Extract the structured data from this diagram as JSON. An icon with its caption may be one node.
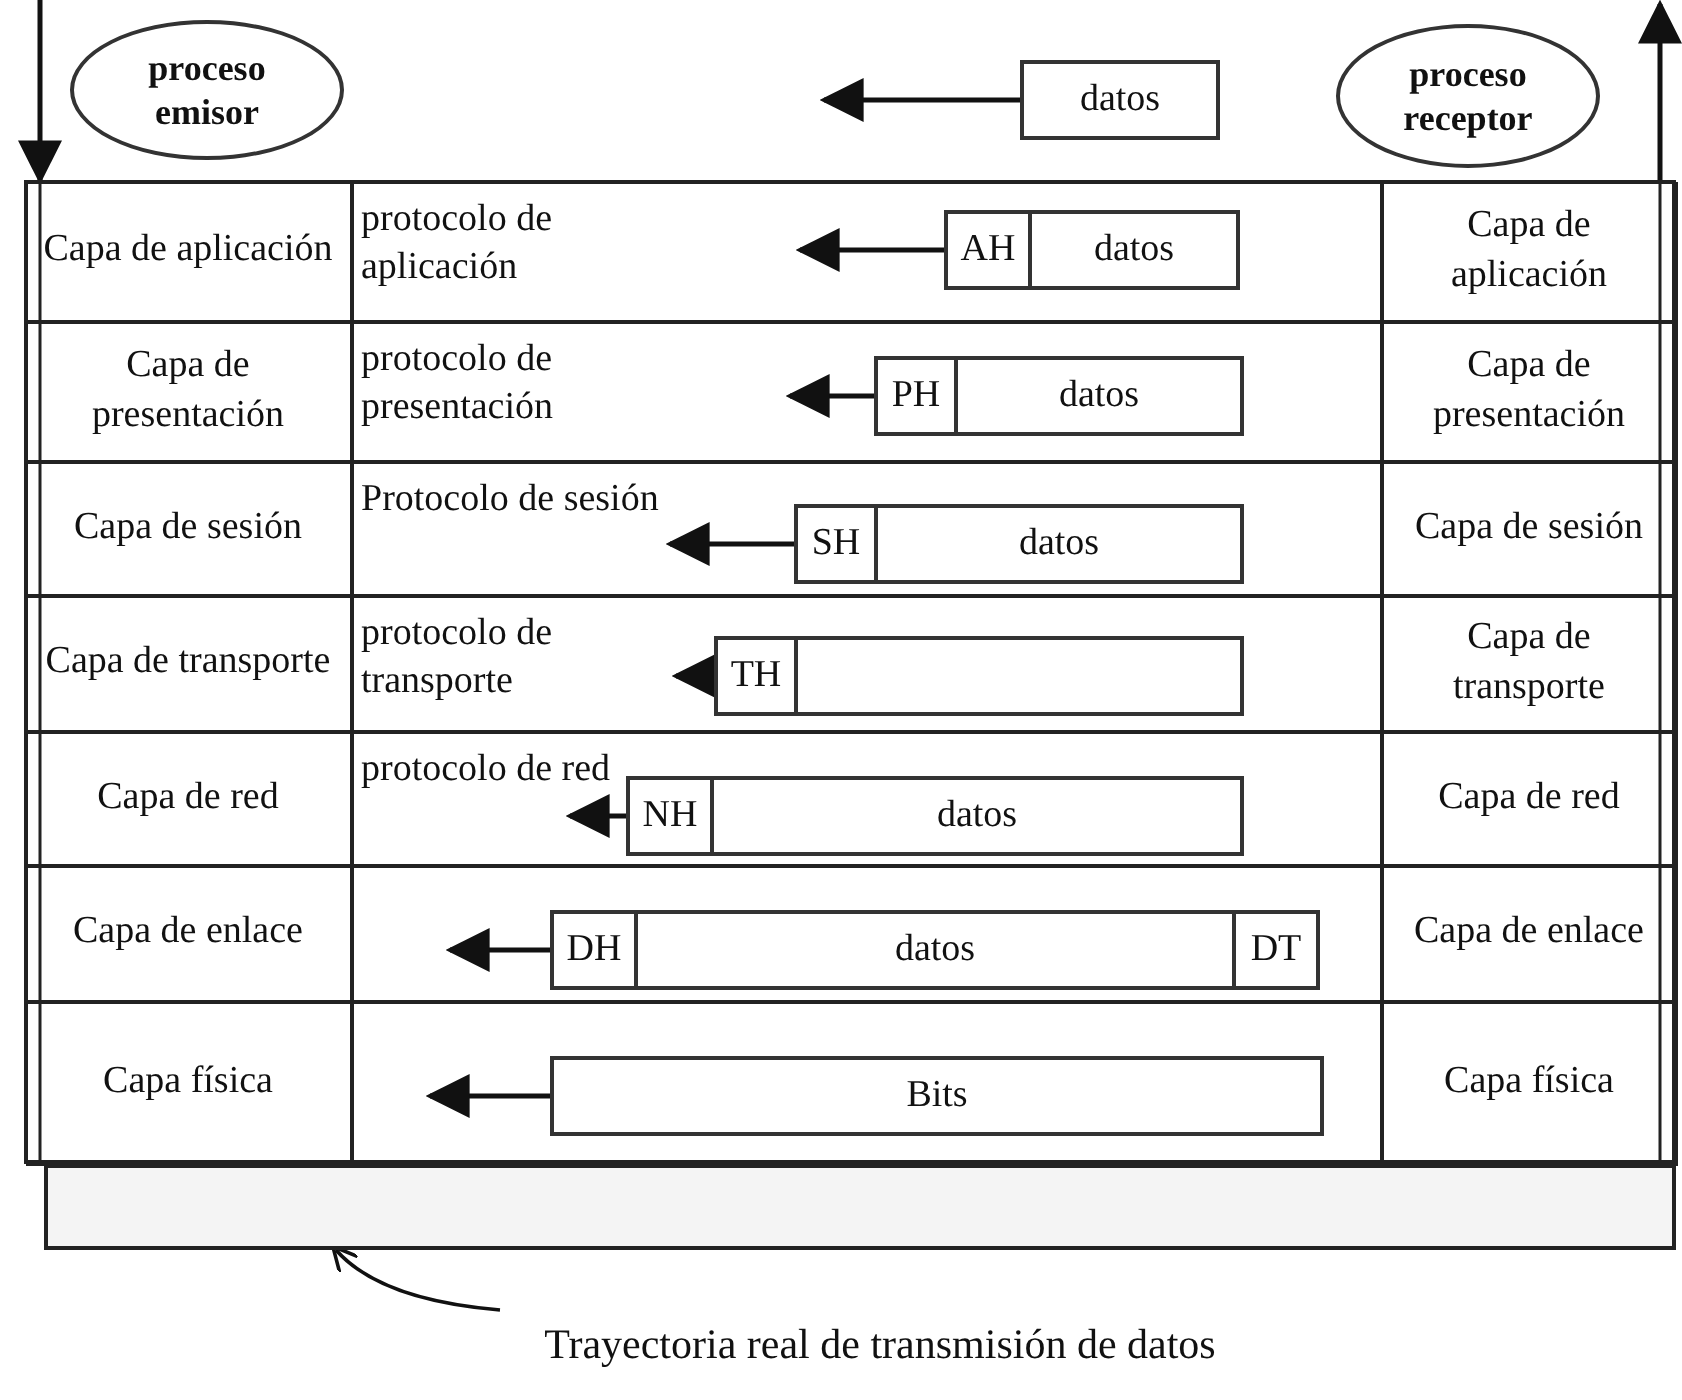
{
  "diagram": {
    "nodes": [
      {
        "text": [
          "proceso emisor"
        ]
      },
      {
        "text": [
          "datos"
        ]
      },
      {
        "text": [
          "proceso receptor"
        ]
      },
      {
        "text": [],
        "shape": "box"
      },
      {
        "text": [
          "Capa de aplicación"
        ],
        "in": 3
      },
      {
        "text": [
          "protocolo de aplicación"
        ],
        "in": 3
      },
      {
        "text": [
          "AH",
          "datos"
        ],
        "in": 5
      },
      {
        "text": [
          "Capa de aplicación"
        ],
        "in": 3
      },
      {
        "text": [
          "Capa de presentación"
        ],
        "in": 3
      },
      {
        "text": [
          "protocolo de presentación"
        ],
        "in": 3
      },
      {
        "text": [
          "PH",
          "datos"
        ],
        "in": 9
      },
      {
        "text": [
          "Capa de presentación"
        ],
        "in": 3
      },
      {
        "text": [
          "Capa de sesión"
        ],
        "in": 3
      },
      {
        "text": [
          "Protocolo de sesión"
        ],
        "in": 3
      },
      {
        "text": [
          "SH",
          "datos"
        ],
        "in": 13
      },
      {
        "text": [
          "Capa de sesión"
        ],
        "in": 3
      },
      {
        "text": [
          "Capa de transporte"
        ],
        "in": 3
      },
      {
        "text": [
          "protocolo de transporte"
        ],
        "in": 3
      },
      {
        "text": [
          "TH"
        ],
        "in": 17
      },
      {
        "text": [
          "Capa de transporte"
        ],
        "in": 3
      },
      {
        "text": [
          "Capa de red"
        ],
        "in": 3
      },
      {
        "text": [
          "protocolo de red"
        ],
        "in": 3
      },
      {
        "text": [
          "NH",
          "datos"
        ],
        "in": 21
      },
      {
        "text": [
          "Capa de red"
        ],
        "in": 3
      },
      {
        "text": [
          "Capa de enlace"
        ],
        "in": 3
      },
      {
        "text": [],
        "shape": "box",
        "in": 3
      },
      {
        "text": [
          "DH",
          "datos",
          "DT"
        ],
        "in": 25
      },
      {
        "text": [
          "Capa de enlace"
        ],
        "in": 3
      },
      {
        "text": [
          "Capa física"
        ],
        "in": 3
      },
      {
        "text": [],
        "shape": "box",
        "in": 3
      },
      {
        "text": [
          "Bits"
        ],
        "in": 29
      },
      {
        "text": [
          "Capa física"
        ],
        "in": 3
      },
      {
        "text": [],
        "shape": "box"
      },
      {
        "text": [
          "Trayectoria real de transmisión de datos"
        ]
      }
    ],
    "edges": [
      {
        "from": 1,
        "to": null,
        "arrow": "to"
      },
      {
        "from": 6,
        "to": null,
        "arrow": "to"
      },
      {
        "from": 10,
        "to": null,
        "arrow": "to"
      },
      {
        "from": 14,
        "to": null,
        "arrow": "to"
      },
      {
        "from": 18,
        "to": null,
        "arrow": "to"
      },
      {
        "from": 22,
        "to": null,
        "arrow": "to"
      },
      {
        "from": 26,
        "to": null,
        "arrow": "to"
      },
      {
        "from": 30,
        "to": null,
        "arrow": "to"
      },
      {
        "from": null,
        "to": 3,
        "arrow": "to"
      },
      {
        "from": 3,
        "to": null,
        "arrow": "to"
      },
      {
        "from": 33,
        "to": 32,
        "arrow": "to"
      }
    ]
  }
}
